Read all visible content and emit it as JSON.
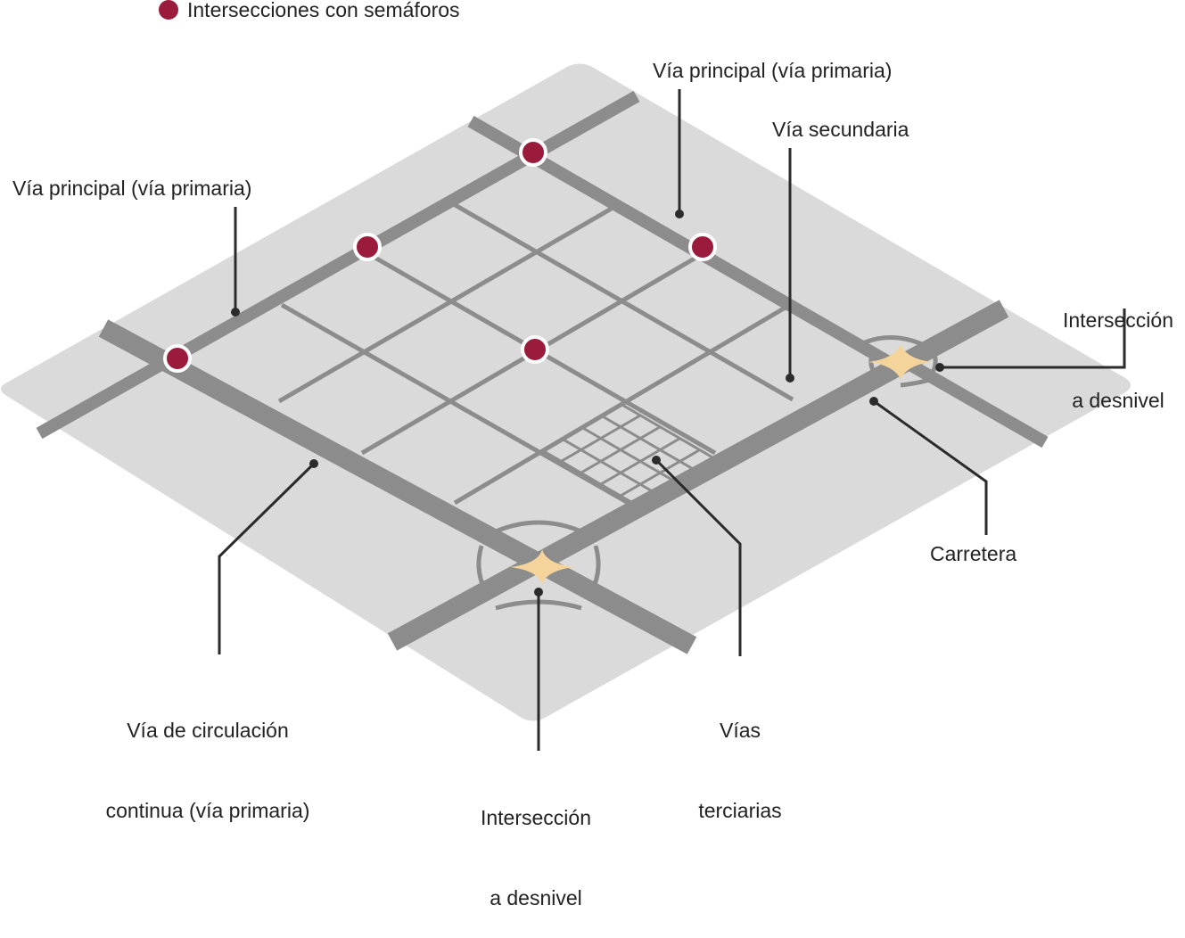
{
  "colors": {
    "ground": "#dadada",
    "road": "#8c8c8c",
    "signal": "#9b1b3c",
    "interchange": "#f4d49a",
    "leader": "#2b2b2b"
  },
  "legend": {
    "label": "Intersecciones con semáforos",
    "icon": "signal-dot-icon"
  },
  "labels": {
    "primary_top": "Vía principal (vía primaria)",
    "secondary": "Vía secundaria",
    "primary_left": "Vía principal (vía primaria)",
    "interchange_right_1": "Intersección",
    "interchange_right_2": "a desnivel",
    "highway": "Carretera",
    "continuous_1": "Vía de circulación",
    "continuous_2": "continua (vía primaria)",
    "tertiary_1": "Vías",
    "tertiary_2": "terciarias",
    "interchange_bottom_1": "Intersección",
    "interchange_bottom_2": "a desnivel"
  }
}
